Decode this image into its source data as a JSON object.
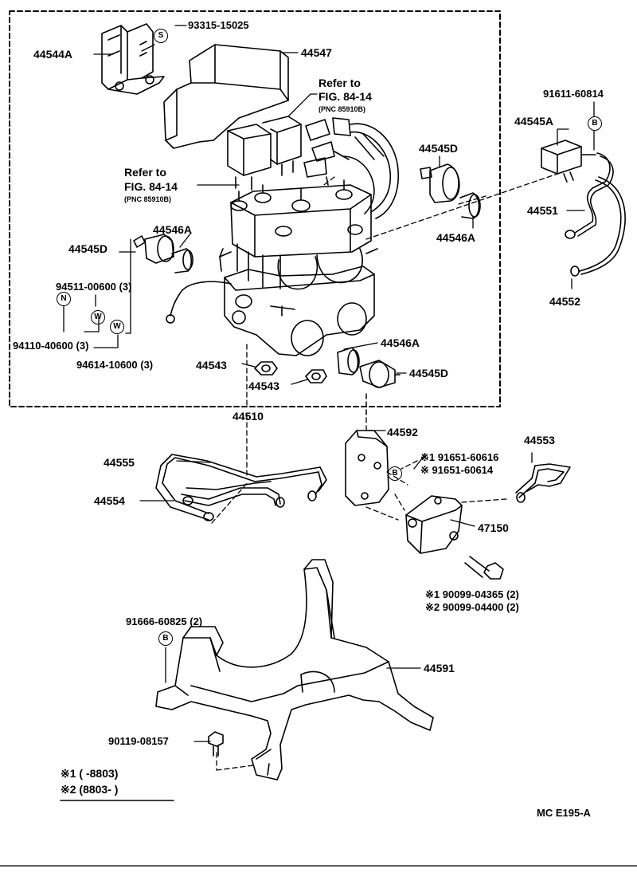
{
  "labels": {
    "p44544A": "44544A",
    "p93315": "93315-15025",
    "p44547": "44547",
    "refer1_a": "Refer to",
    "refer1_b": "FIG. 84-14",
    "refer1_c": "(PNC 85910B)",
    "refer2_a": "Refer to",
    "refer2_b": "FIG. 84-14",
    "refer2_c": "(PNC 85910B)",
    "p91611": "91611-60814",
    "p44545A": "44545A",
    "p44545D_top": "44545D",
    "p44546A_left": "44546A",
    "p44545D_left": "44545D",
    "p44546A_right": "44546A",
    "p44551": "44551",
    "p44552": "44552",
    "p94511": "94511-00600 (3)",
    "p94110": "94110-40600 (3)",
    "p94614": "94614-10600 (3)",
    "p44546A_low": "44546A",
    "p44545D_low": "44545D",
    "p44543_a": "44543",
    "p44543_b": "44543",
    "p44510": "44510",
    "p44592": "44592",
    "p44553": "44553",
    "p44555": "44555",
    "p91651_616": "※1 91651-60616",
    "p91651_614": "※  91651-60614",
    "p44554": "44554",
    "p47150": "47150",
    "p90099_365": "※1 90099-04365 (2)",
    "p90099_400": "※2 90099-04400 (2)",
    "p91666": "91666-60825 (2)",
    "p44591": "44591",
    "p90119": "90119-08157",
    "note1": "※1 (      -8803)",
    "note2": "※2 (8803-        )",
    "code": "MC  E195-A"
  },
  "symbols": {
    "s": "S",
    "n": "N",
    "w1": "W",
    "w2": "W",
    "b1": "B",
    "b2": "B",
    "b3": "B"
  }
}
